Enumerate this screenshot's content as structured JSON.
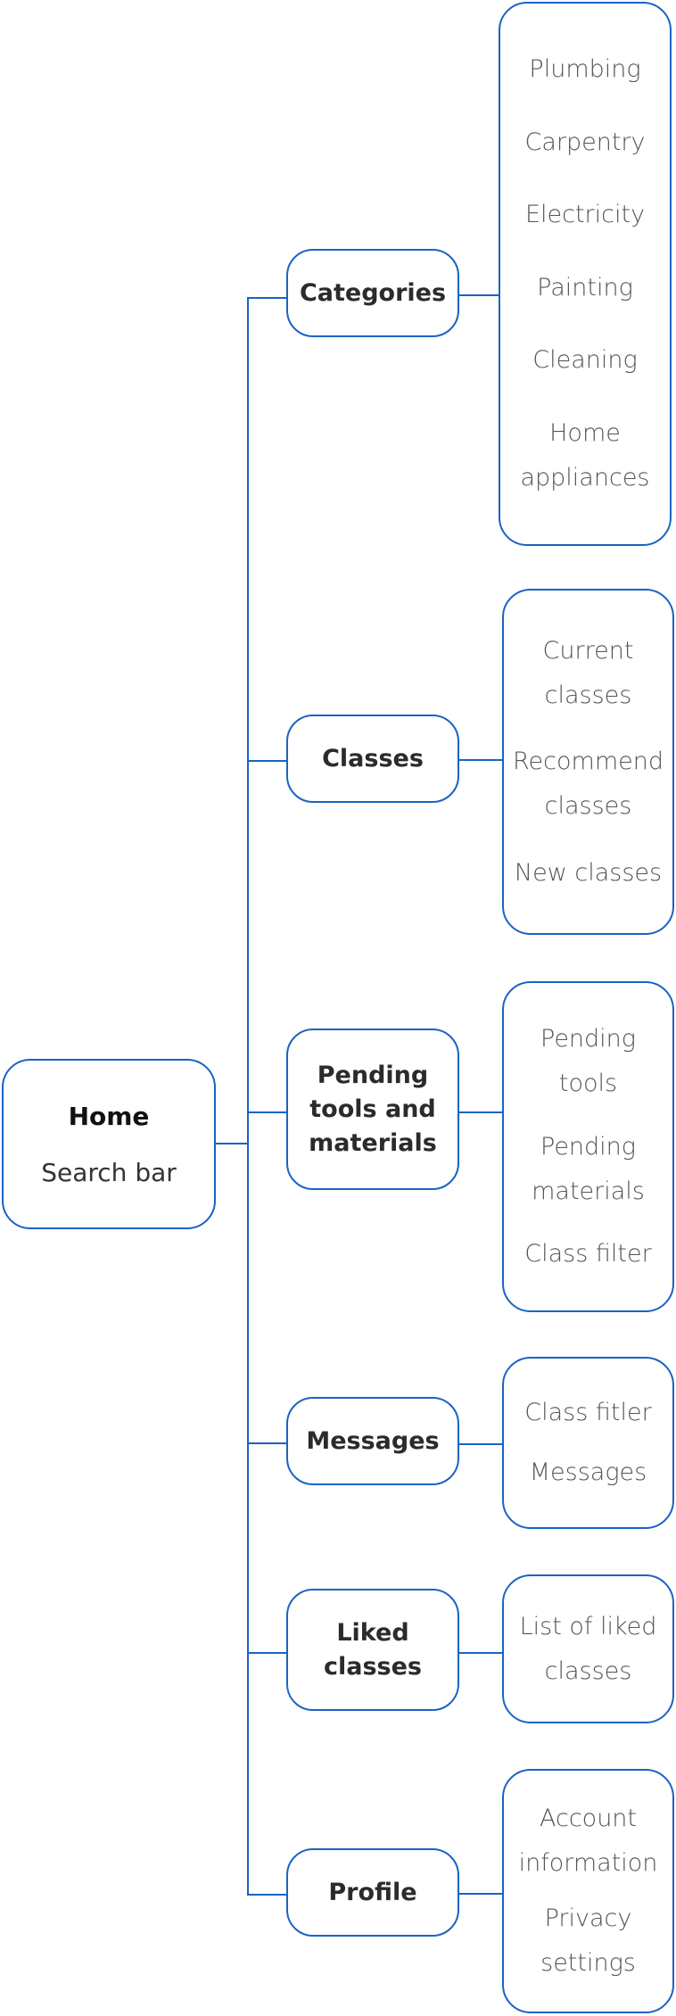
{
  "home": {
    "title": "Home",
    "subtitle": "Search bar"
  },
  "colors": {
    "stroke": "#1a63c4",
    "category_text": "#2b2b2b",
    "item_text": "#555555"
  },
  "categories": [
    {
      "label": "Categories",
      "items": [
        "Plumbing",
        "Carpentry",
        "Electricity",
        "Painting",
        "Cleaning",
        "Home appliances"
      ]
    },
    {
      "label": "Classes",
      "items": [
        "Current classes",
        "Recommend classes",
        "New classes"
      ]
    },
    {
      "label": "Pending tools and materials",
      "items": [
        "Pending tools",
        "Pending materials",
        "Class filter"
      ]
    },
    {
      "label": "Messages",
      "items": [
        "Class fitler",
        "Messages"
      ]
    },
    {
      "label": "Liked classes",
      "items": [
        "List of liked classes"
      ]
    },
    {
      "label": "Profile",
      "items": [
        "Account information",
        "Privacy settings"
      ]
    }
  ]
}
